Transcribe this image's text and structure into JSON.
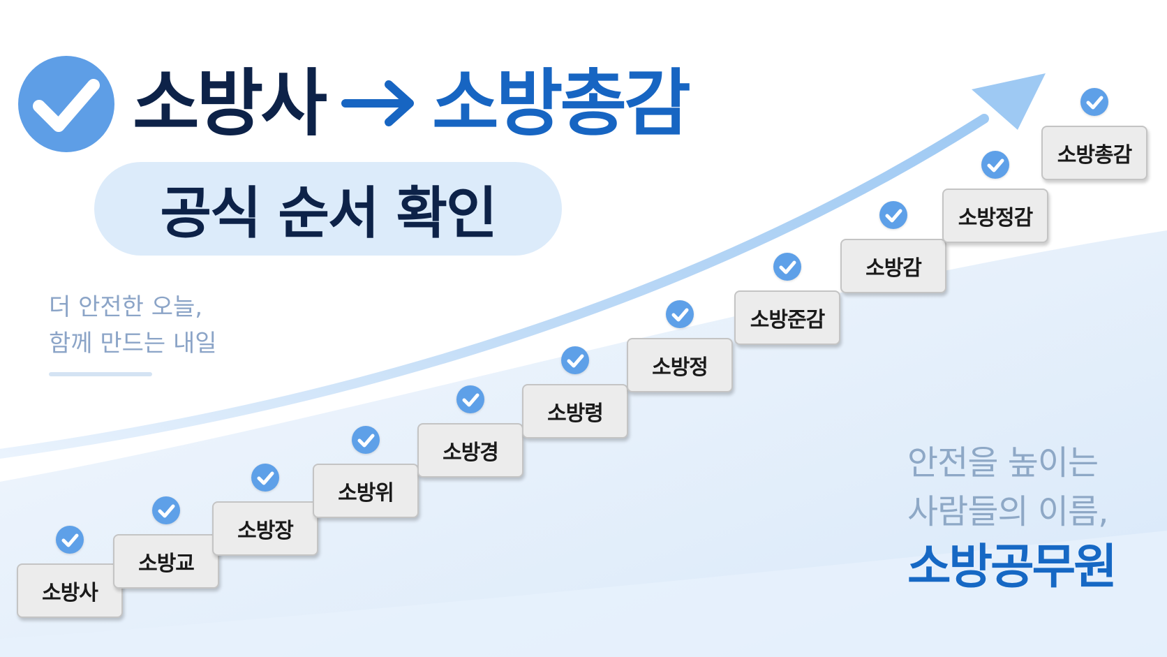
{
  "title": {
    "from": "소방사",
    "to": "소방총감"
  },
  "subtitle": "공식 순서 확인",
  "slogan_left": [
    "더 안전한 오늘,",
    "함께 만드는 내일"
  ],
  "slogan_right": {
    "lines": [
      "안전을 높이는",
      "사람들의 이름,"
    ],
    "highlight": "소방공무원"
  },
  "ranks": [
    "소방사",
    "소방교",
    "소방장",
    "소방위",
    "소방경",
    "소방령",
    "소방정",
    "소방준감",
    "소방감",
    "소방정감",
    "소방총감"
  ],
  "colors": {
    "navy": "#0d2248",
    "blue": "#1765c2",
    "check": "#5ea0e8",
    "pill": "#dcebfa",
    "step": "#ececec"
  },
  "icons": {
    "title": "check-circle-icon",
    "arrow": "arrow-right-icon",
    "trend": "upward-arrow-icon",
    "step": "check-circle-icon"
  }
}
